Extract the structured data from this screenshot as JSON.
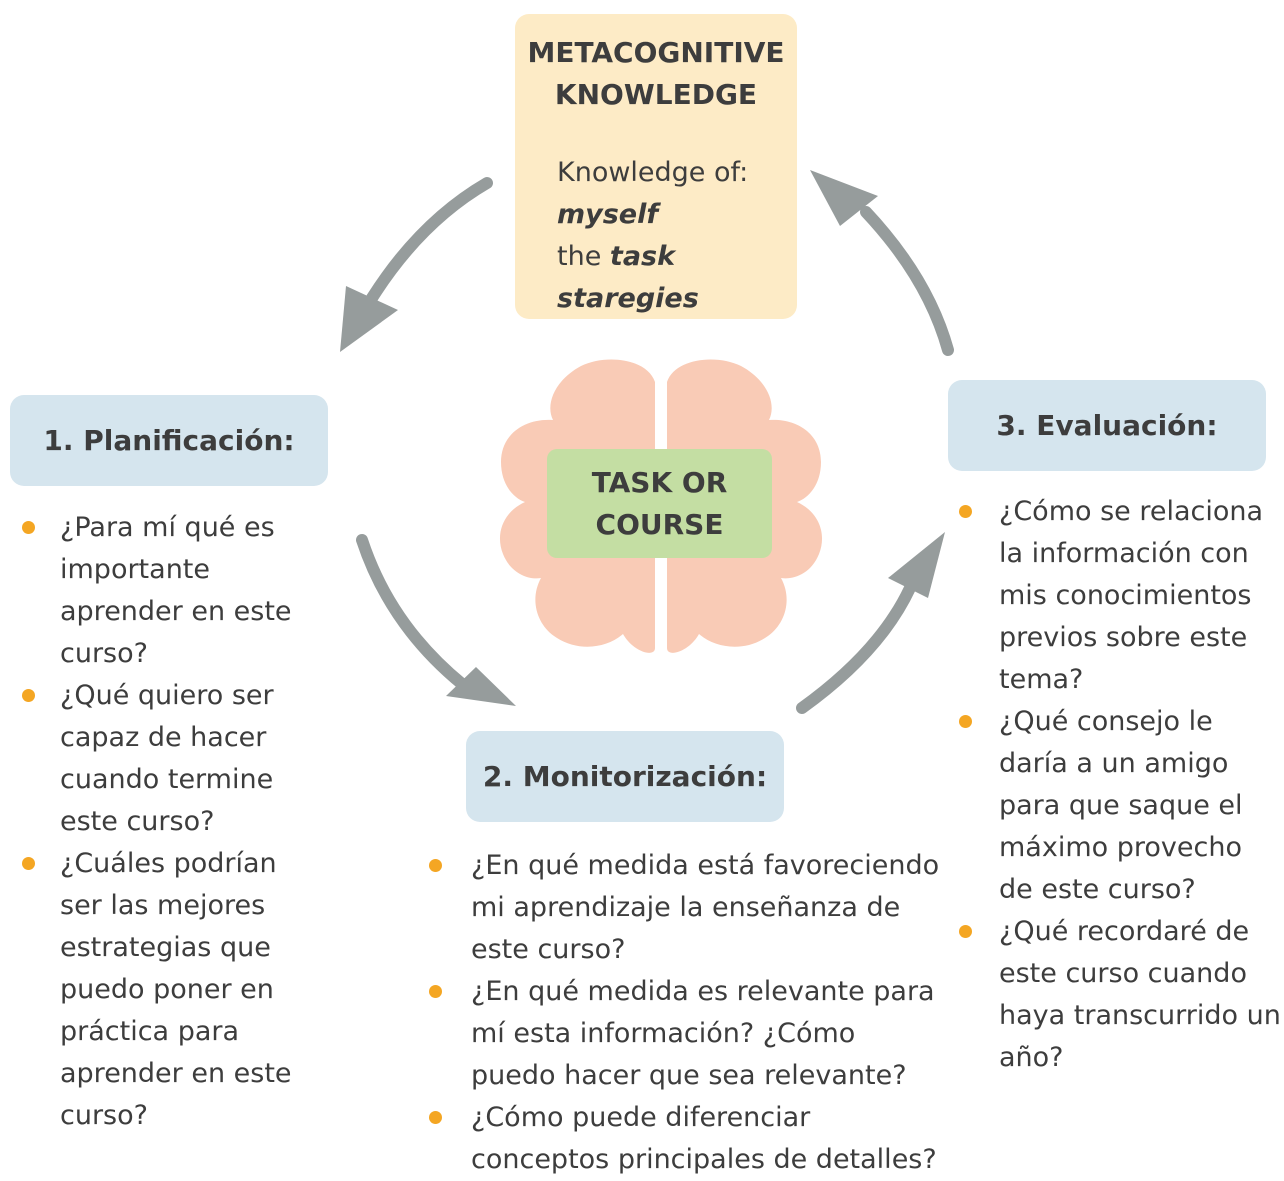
{
  "colors": {
    "arrow": "#969c9c",
    "meta_box": "#fdebc6",
    "stage_box": "#d5e5ee",
    "brain": "#f9cbb6",
    "task_box": "#c4dea3",
    "bullet": "#f4a623",
    "text": "#3d3d3d"
  },
  "icons": {
    "brain": "brain-icon",
    "arrows": "cycle-arrow-icon",
    "bullet": "bullet-dot-icon"
  },
  "metacognitive": {
    "title_line1": "METACOGNITIVE",
    "title_line2": "KNOWLEDGE",
    "intro": "Knowledge of:",
    "item1": "myself",
    "item2_prefix": "the ",
    "item2": "task",
    "item3": "staregies"
  },
  "center": {
    "line1": "TASK OR",
    "line2": "COURSE"
  },
  "planning": {
    "title": "1. Planificación:",
    "questions": [
      "¿Para mí qué es importante aprender en este curso?",
      "¿Qué quiero ser capaz de hacer cuando termine este curso?",
      "¿Cuáles podrían ser las mejores estrategias que puedo poner en práctica para aprender en este curso?"
    ]
  },
  "monitoring": {
    "title": "2. Monitorización:",
    "questions": [
      "¿En qué medida está favoreciendo mi aprendizaje la enseñanza de este curso?",
      "¿En qué medida es relevante para mí esta información? ¿Cómo puedo hacer que sea relevante?",
      "¿Cómo puede diferenciar conceptos principales de detalles?"
    ]
  },
  "evaluation": {
    "title": "3. Evaluación:",
    "questions": [
      "¿Cómo se relaciona la información con mis conocimientos previos sobre este tema?",
      "¿Qué consejo le daría a un amigo para que saque el máximo provecho de este curso?",
      "¿Qué recordaré de este curso cuando haya transcurrido un año?"
    ]
  }
}
